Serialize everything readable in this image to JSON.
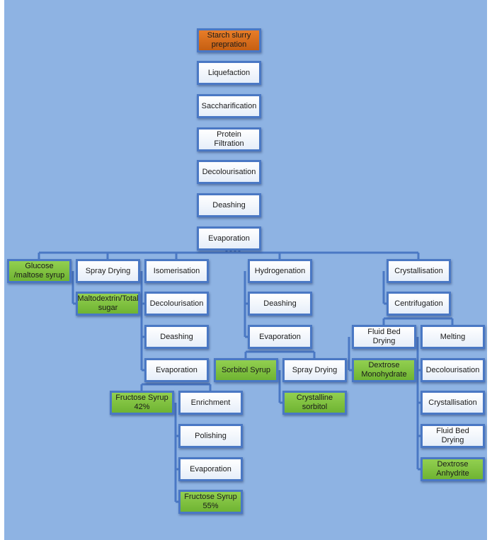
{
  "diagram": {
    "colors": {
      "background": "#8eb3e3",
      "node_border": "#4a78c4",
      "root_fill": "#e06f1f",
      "product_fill": "#82c341",
      "normal_fill": "#ffffff",
      "connector": "#4a78c4"
    },
    "nodes": {
      "starch": "Starch slurry prepration",
      "liquefaction": "Liquefaction",
      "saccharification": "Saccharification",
      "protein": "Protein Filtration",
      "decolourisation_main": "Decolourisation",
      "deashing_main": "Deashing",
      "evaporation_main": "Evaporation",
      "glucose": "Glucose /maltose syrup",
      "spray_drying_1": "Spray Drying",
      "maltodextrin": "Maltodextrin/Total sugar",
      "isomerisation": "Isomerisation",
      "iso_decolourisation": "Decolourisation",
      "iso_deashing": "Deashing",
      "iso_evaporation": "Evaporation",
      "fructose42": "Fructose Syrup 42%",
      "enrichment": "Enrichment",
      "polishing": "Polishing",
      "evaporation_3": "Evaporation",
      "fructose55": "Fructose Syrup 55%",
      "hydrogenation": "Hydrogenation",
      "hyd_deashing": "Deashing",
      "hyd_evaporation": "Evaporation",
      "sorbitol_syrup": "Sorbitol Syrup",
      "spray_drying_2": "Spray Drying",
      "crystalline_sorbitol": "Crystalline sorbitol",
      "crystallisation_1": "Crystallisation",
      "centrifugation": "Centrifugation",
      "fluid_bed_1": "Fluid Bed Drying",
      "dextrose_mono": "Dextrose Monohydrate",
      "melting": "Melting",
      "melt_decolourisation": "Decolourisation",
      "crystallisation_2": "Crystallisation",
      "fluid_bed_2": "Fluid Bed Drying",
      "dextrose_anhydrite": "Dextrose Anhydrite"
    }
  }
}
